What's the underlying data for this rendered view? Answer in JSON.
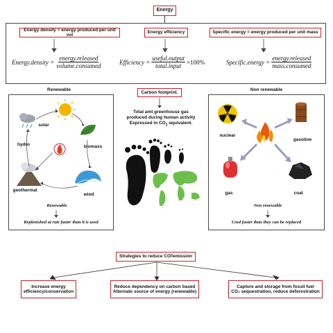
{
  "title": "Energy",
  "definitions": [
    {
      "label": "Energy density = energy produced per unit vol",
      "lhs": "Energy.density =",
      "num": "energy.released",
      "den": "volume.consumed",
      "suffix": ""
    },
    {
      "label": "Energy efficiency",
      "lhs": "Efficiency =",
      "num": "useful.output",
      "den": "total.input",
      "suffix": "×100%"
    },
    {
      "label": "Specific energy = energy produced per unit mass",
      "lhs": "Specific.energy =",
      "num": "energy.released",
      "den": "mass.consumed",
      "suffix": ""
    }
  ],
  "renewable": {
    "title": "Renewable",
    "sources": [
      "solar",
      "hydro",
      "biomass",
      "geothermal",
      "wind"
    ],
    "caption": "Renewable",
    "description": "Replenished at rate faster than it is used"
  },
  "carbon": {
    "title": "Carbon footprint.",
    "line1": "Total amt greenhouse gas",
    "line2": "produced during human activity",
    "line3": "Expressed in CO",
    "line3_sub": "2",
    "line3_end": " equivalent."
  },
  "nonrenewable": {
    "title": "Non renewable",
    "sources": [
      "nuclear",
      "gasoline",
      "gas",
      "coal"
    ],
    "caption": "Non renewable",
    "description": "Used faster than they can be replaced"
  },
  "strategies": {
    "title": "Strategies to reduce CO",
    "title_sub": "2",
    "title_end": " emission",
    "items": [
      {
        "line1": "Increase energy",
        "line2": "efficiency/conservation"
      },
      {
        "line1": "Reduce dependency on carbon based",
        "line2": "Alternate source of energy (renewable)"
      },
      {
        "line1": "Capture and storage from fossil fuel",
        "line2": "CO₂ sequestration,  reduce deforestration"
      }
    ]
  },
  "colors": {
    "accent": "#c8202a",
    "arrow": "#8a8ab0"
  }
}
